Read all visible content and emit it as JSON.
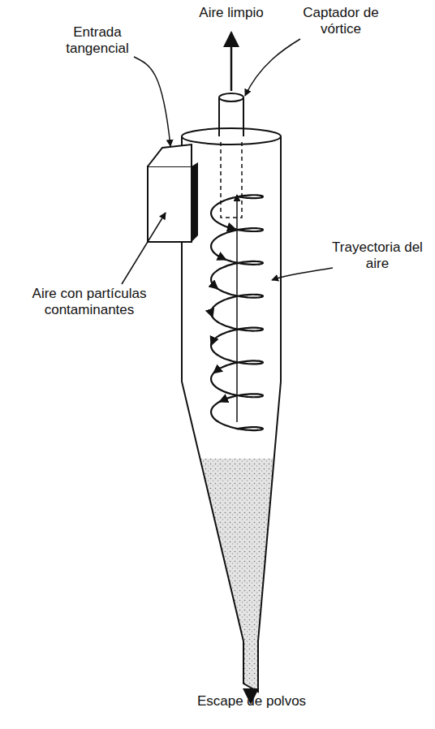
{
  "diagram": {
    "labels": [
      "Aire limpio",
      "Captador de vórtice",
      "Entrada tangencial",
      "Trayectoria del aire",
      "Aire con partículas contaminantes",
      "Escape de polvos"
    ]
  }
}
